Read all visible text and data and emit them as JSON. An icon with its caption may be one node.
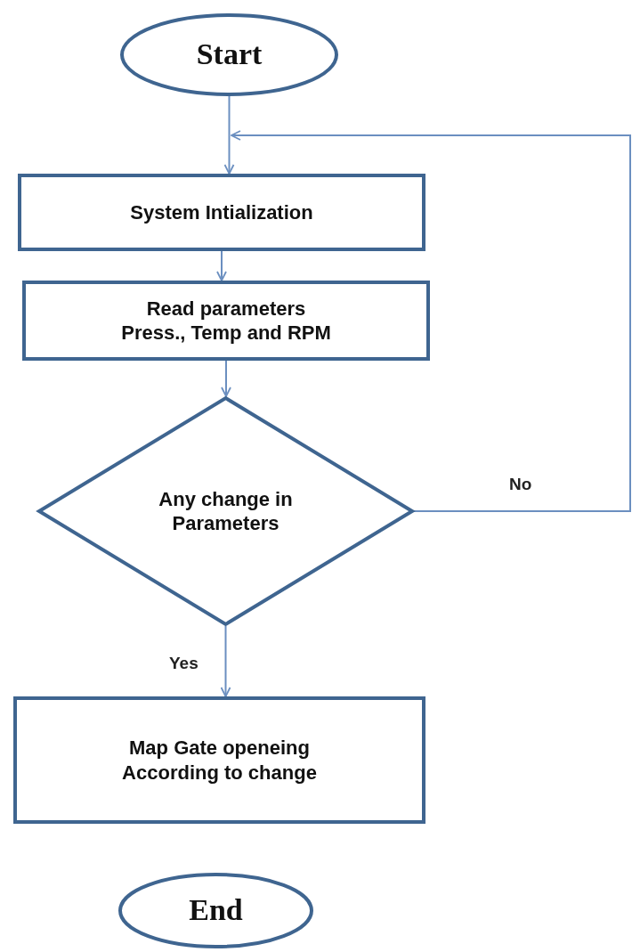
{
  "diagram": {
    "nodes": [
      {
        "text": [
          "Start"
        ]
      },
      {
        "text": [
          "System Intialization"
        ]
      },
      {
        "text": [
          "Read parameters",
          "Press., Temp and RPM"
        ]
      },
      {
        "text": [
          "Any change in Parameters"
        ]
      },
      {
        "text": [
          "Map Gate openeing According to change"
        ]
      },
      {
        "text": [
          "End"
        ]
      }
    ],
    "edges": [
      {
        "from": 0,
        "to": 1,
        "arrow": "to"
      },
      {
        "from": 1,
        "to": 2,
        "arrow": "to"
      },
      {
        "from": 2,
        "to": 3,
        "arrow": "to"
      },
      {
        "from": 3,
        "to": 4,
        "arrow": "to",
        "label": "Yes"
      },
      {
        "from": 3,
        "to": 1,
        "arrow": "to",
        "label": "No"
      }
    ]
  }
}
